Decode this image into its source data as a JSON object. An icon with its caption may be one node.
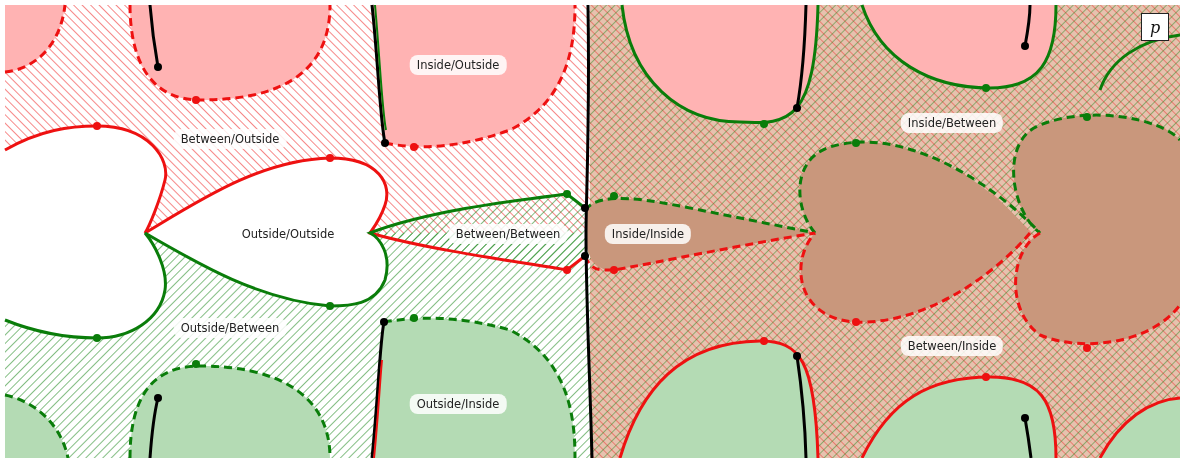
{
  "diagram": {
    "labels": [
      "p",
      "Inside/Outside",
      "Inside/Between",
      "Between/Outside",
      "Outside/Outside",
      "Between/Between",
      "Inside/Inside",
      "Outside/Between",
      "Between/Inside",
      "Outside/Inside"
    ]
  }
}
